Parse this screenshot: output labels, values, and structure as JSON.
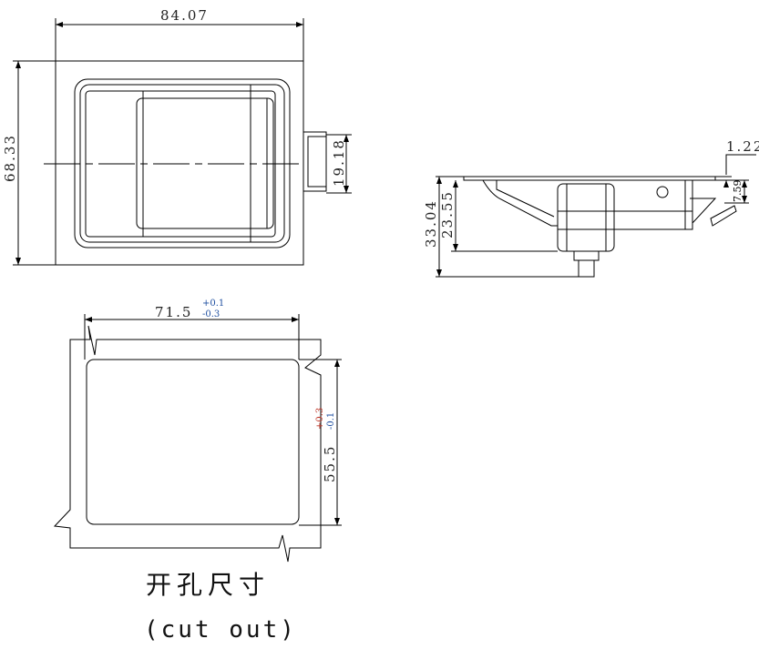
{
  "top_view": {
    "width_dim": "84.07",
    "height_dim": "68.33",
    "boss_dim": "19.18"
  },
  "side_view": {
    "total_depth_dim": "33.04",
    "body_depth_dim": "23.55",
    "plate_thickness_dim": "1.22",
    "lever_dim": "7.59"
  },
  "cutout": {
    "width_dim": "71.5",
    "width_tol_plus": "+0.1",
    "width_tol_minus": "-0.3",
    "height_dim": "55.5",
    "height_tol_plus": "+0.3",
    "height_tol_minus": "-0.1",
    "caption_cn": "开孔尺寸",
    "caption_en": "(cut out)"
  },
  "colors": {
    "tol_plus": "#c0392b",
    "tol_minus": "#1f4fa0"
  }
}
